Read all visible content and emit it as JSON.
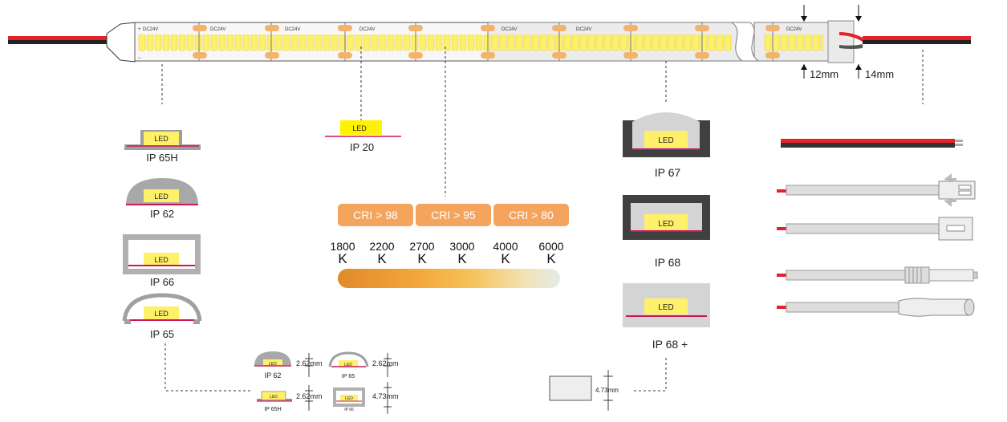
{
  "strip": {
    "voltage_label": "DC24V",
    "plus_sign": "+",
    "minus_sign": "−",
    "dim_cut_left": "12mm",
    "dim_cut_right": "14mm"
  },
  "profiles": {
    "ip65h": {
      "led": "LED",
      "name": "IP 65H"
    },
    "ip62": {
      "led": "LED",
      "name": "IP 62"
    },
    "ip66": {
      "led": "LED",
      "name": "IP 66"
    },
    "ip65": {
      "led": "LED",
      "name": "IP 65"
    },
    "ip20": {
      "led": "LED",
      "name": "IP 20"
    },
    "ip67": {
      "led": "LED",
      "name": "IP 67"
    },
    "ip68": {
      "led": "LED",
      "name": "IP 68"
    },
    "ip68plus": {
      "led": "LED",
      "name": "IP 68 +"
    }
  },
  "cri_options": [
    "CRI > 98",
    "CRI > 95",
    "CRI > 80"
  ],
  "cct": {
    "values": [
      "1800",
      "2200",
      "2700",
      "3000",
      "4000",
      "6000"
    ],
    "unit": "K"
  },
  "dimensions": {
    "small": [
      {
        "led": "LED",
        "name": "IP 62",
        "height": "2.62mm"
      },
      {
        "led": "LED",
        "name": "IP 65",
        "height": "2.62mm"
      },
      {
        "led": "LED",
        "name": "IP 65H",
        "height": "2.62mm"
      },
      {
        "led": "LED",
        "name": "IP 66",
        "height": "4.73mm"
      }
    ],
    "ip68_height": "4.73mm"
  },
  "colors": {
    "wire_red": "#e3232b",
    "wire_black": "#222222",
    "led_yellow": "#fff06a",
    "solder_pad": "#f2b46d",
    "strip_pink": "#c8175a",
    "profile_gray": "#9e9e9e",
    "cri_orange": "#f5a45d"
  }
}
